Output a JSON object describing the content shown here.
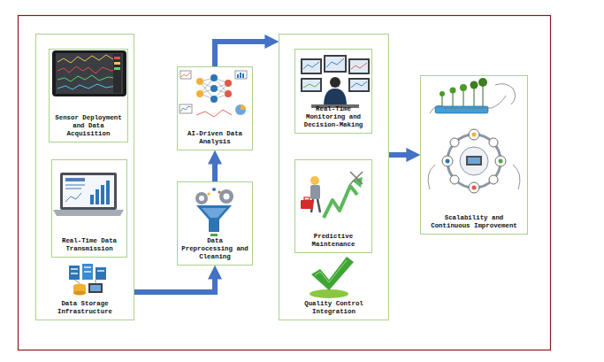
{
  "diagram": {
    "nodes": [
      {
        "text": [
          "Data Storage Infrastructure"
        ]
      },
      {
        "text": [
          "Sensor Deployment and Data Acquisition"
        ],
        "in": 0
      },
      {
        "text": [
          "Real-Time Data Transmission"
        ],
        "in": 0
      },
      {
        "text": [
          "AI-Driven Data Analysis"
        ]
      },
      {
        "text": [
          "Data Preprocessing and Cleaning"
        ]
      },
      {
        "text": [
          "Quality Control Integration"
        ]
      },
      {
        "text": [
          "Real-Time Monitoring and Decision-Making"
        ],
        "in": 5
      },
      {
        "text": [
          "Predictive Maintenance"
        ],
        "in": 5
      },
      {
        "text": [
          "Scalability and Continuous Improvement"
        ]
      }
    ],
    "edges": [
      {
        "from": 0,
        "to": 4,
        "arrow": "to"
      },
      {
        "from": 4,
        "to": 3,
        "arrow": "to"
      },
      {
        "from": 3,
        "to": 5,
        "arrow": "to"
      },
      {
        "from": 5,
        "to": 8,
        "arrow": "to"
      }
    ]
  }
}
